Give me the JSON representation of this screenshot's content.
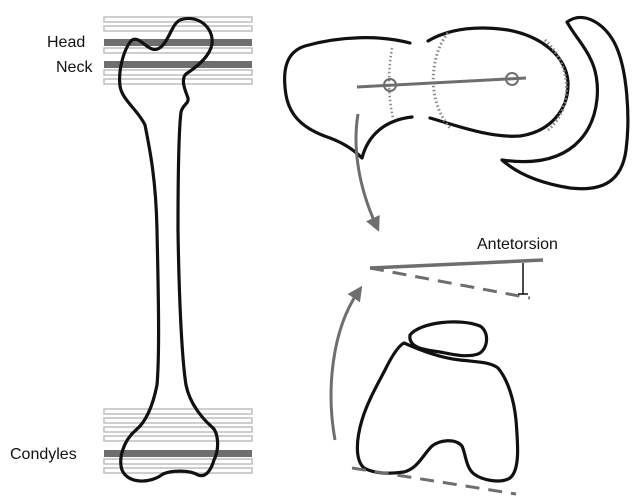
{
  "labels": {
    "head": "Head",
    "neck": "Neck",
    "condyles": "Condyles",
    "antetorsion": "Antetorsion"
  },
  "colors": {
    "outline": "#111111",
    "slice_light": "#bdbdbd",
    "slice_dark": "#6e6e6e",
    "axis": "#6e6e6e",
    "arrow": "#6e6e6e"
  },
  "icons": {
    "rotation_arrow_down": "curved-arrow-down-icon",
    "rotation_arrow_up": "curved-arrow-up-icon"
  }
}
